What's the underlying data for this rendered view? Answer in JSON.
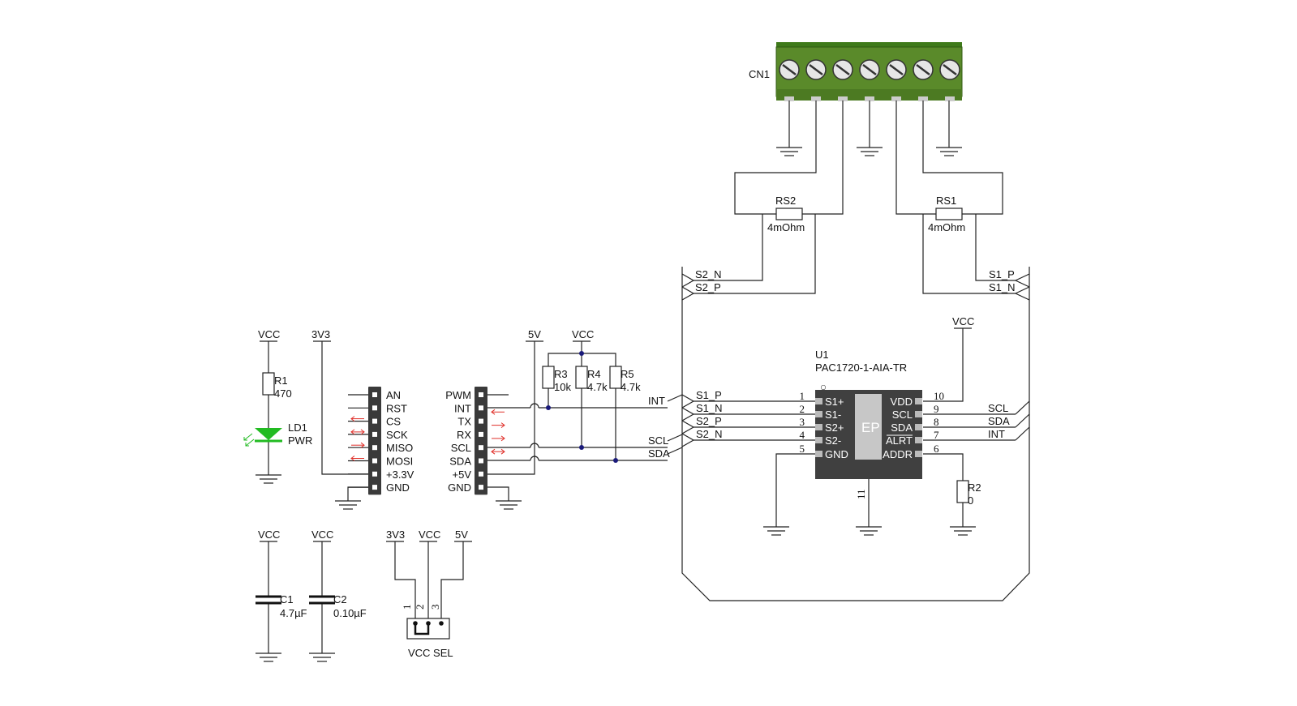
{
  "connector": {
    "ref": "CN1",
    "screw_count": 7,
    "body_color": "#5a8a2a",
    "top_strip_color": "#3f7a1a"
  },
  "shunts": {
    "rs2": {
      "ref": "RS2",
      "value": "4mOhm"
    },
    "rs1": {
      "ref": "RS1",
      "value": "4mOhm"
    }
  },
  "block_labels": {
    "s2n_top": "S2_N",
    "s2p_top": "S2_P",
    "s1p_top": "S1_P",
    "s1n_top": "S1_N",
    "vcc_chip": "VCC",
    "int_left": "INT",
    "scl_left": "SCL",
    "sda_left": "SDA",
    "s1p_in": "S1_P",
    "s1n_in": "S1_N",
    "s2p_in": "S2_P",
    "s2n_in": "S2_N",
    "scl_right": "SCL",
    "sda_right": "SDA",
    "int_right": "INT"
  },
  "chip": {
    "ref": "U1",
    "part": "PAC1720-1-AIA-TR",
    "ep": "EP",
    "pin11": "11",
    "body_color": "#404040",
    "left_pins": [
      {
        "num": "1",
        "name": "S1+"
      },
      {
        "num": "2",
        "name": "S1-"
      },
      {
        "num": "3",
        "name": "S2+"
      },
      {
        "num": "4",
        "name": "S2-"
      },
      {
        "num": "5",
        "name": "GND"
      }
    ],
    "right_pins": [
      {
        "num": "10",
        "name": "VDD"
      },
      {
        "num": "9",
        "name": "SCL"
      },
      {
        "num": "8",
        "name": "SDA"
      },
      {
        "num": "7",
        "name": "ALRT"
      },
      {
        "num": "6",
        "name": "ADDR"
      }
    ]
  },
  "r2": {
    "ref": "R2",
    "value": "0"
  },
  "power_led": {
    "supply": "VCC",
    "r1": {
      "ref": "R1",
      "value": "470"
    },
    "ld1": {
      "ref": "LD1",
      "value": "PWR"
    },
    "led_color": "#22bb22"
  },
  "header_left": {
    "supply": "3V3",
    "pins": [
      "AN",
      "RST",
      "CS",
      "SCK",
      "MISO",
      "MOSI",
      "+3.3V",
      "GND"
    ]
  },
  "header_right": {
    "pins": [
      "PWM",
      "INT",
      "TX",
      "RX",
      "SCL",
      "SDA",
      "+5V",
      "GND"
    ]
  },
  "pullups": {
    "supply_5v": "5V",
    "supply_vcc": "VCC",
    "r3": {
      "ref": "R3",
      "value": "10k"
    },
    "r4": {
      "ref": "R4",
      "value": "4.7k"
    },
    "r5": {
      "ref": "R5",
      "value": "4.7k"
    }
  },
  "caps": {
    "c1": {
      "supply": "VCC",
      "ref": "C1",
      "value": "4.7µF"
    },
    "c2": {
      "supply": "VCC",
      "ref": "C2",
      "value": "0.10µF"
    }
  },
  "vcc_sel": {
    "label": "VCC SEL",
    "supplies": [
      "3V3",
      "VCC",
      "5V"
    ],
    "pin_numbers": [
      "1",
      "2",
      "3"
    ]
  },
  "colors": {
    "wire": "#222222",
    "arrow": "#e0302a",
    "junction": "#1a1a7a",
    "pad": "#bbbbbb"
  }
}
